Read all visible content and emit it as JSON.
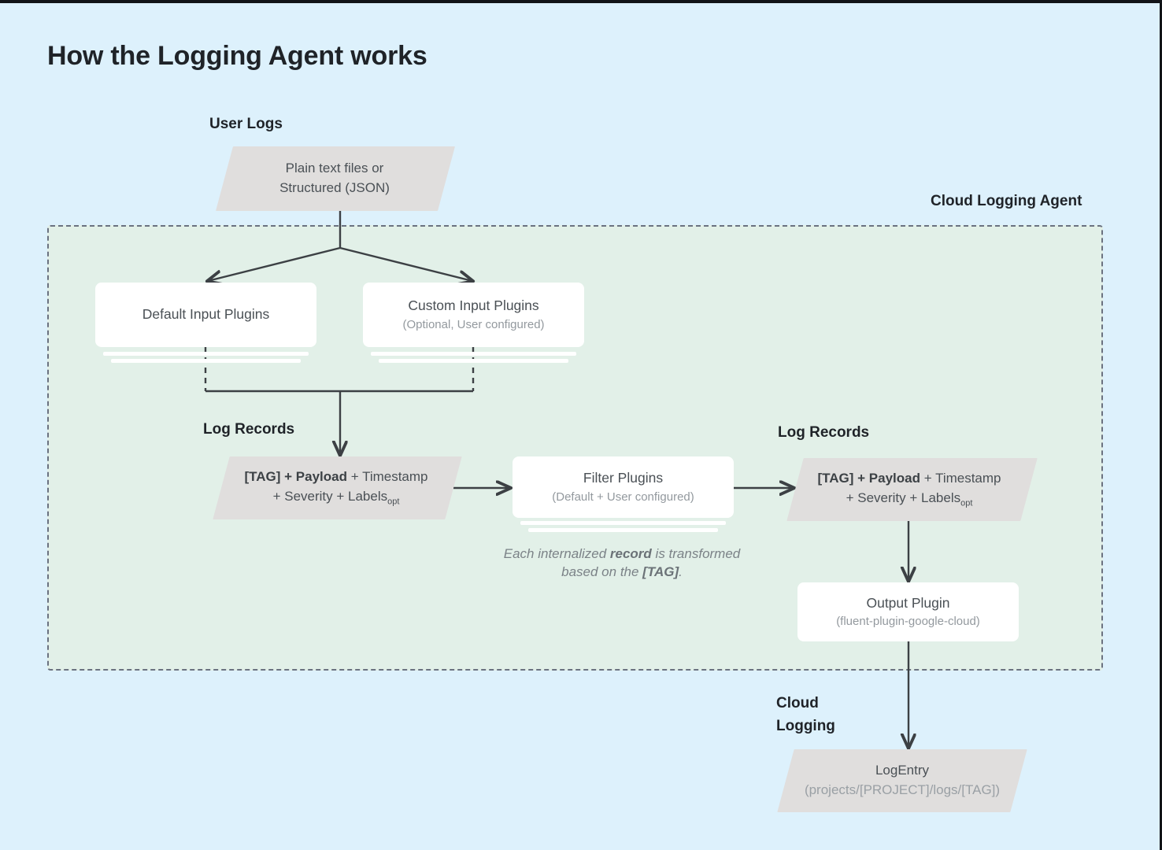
{
  "page": {
    "title": "How the Logging Agent works",
    "background_color": "#ddf1fc",
    "panel_color": "#e2f0e8",
    "parallelogram_color": "#e0dedd",
    "card_color": "#ffffff",
    "line_color": "#3c4044"
  },
  "labels": {
    "user_logs": "User Logs",
    "cloud_logging_agent": "Cloud Logging Agent",
    "log_records_left": "Log Records",
    "log_records_right": "Log Records",
    "cloud_logging": "Cloud\nLogging",
    "cloud_logging_line1": "Cloud",
    "cloud_logging_line2": "Logging"
  },
  "nodes": {
    "user_logs_source": {
      "line1": "Plain text files or",
      "line2": "Structured (JSON)",
      "shape": "parallelogram"
    },
    "default_input_plugins": {
      "title": "Default Input Plugins",
      "subtitle": "",
      "shape": "stacked-card"
    },
    "custom_input_plugins": {
      "title": "Custom Input Plugins",
      "subtitle": "(Optional, User configured)",
      "shape": "stacked-card"
    },
    "log_record_left": {
      "line1_a": "[TAG] + Payload",
      "line1_b": " + Timestamp",
      "line2_a": "+ Severity + Labels",
      "line2_sub": "opt",
      "shape": "parallelogram"
    },
    "filter_plugins": {
      "title": "Filter Plugins",
      "subtitle": "(Default + User configured)",
      "shape": "stacked-card"
    },
    "log_record_right": {
      "line1_a": "[TAG] + Payload",
      "line1_b": " + Timestamp",
      "line2_a": "+ Severity + Labels",
      "line2_sub": "opt",
      "shape": "parallelogram"
    },
    "output_plugin": {
      "title": "Output Plugin",
      "subtitle": "(fluent-plugin-google-cloud)",
      "shape": "card"
    },
    "log_entry": {
      "title": "LogEntry",
      "subtitle": "(projects/[PROJECT]/logs/[TAG])",
      "shape": "parallelogram"
    }
  },
  "captions": {
    "transform_line1_a": "Each internalized ",
    "transform_line1_b": "record",
    "transform_line1_c": " is",
    "transform_line2_a": "transformed based on the ",
    "transform_line2_b": "[TAG]",
    "transform_line2_c": "."
  }
}
